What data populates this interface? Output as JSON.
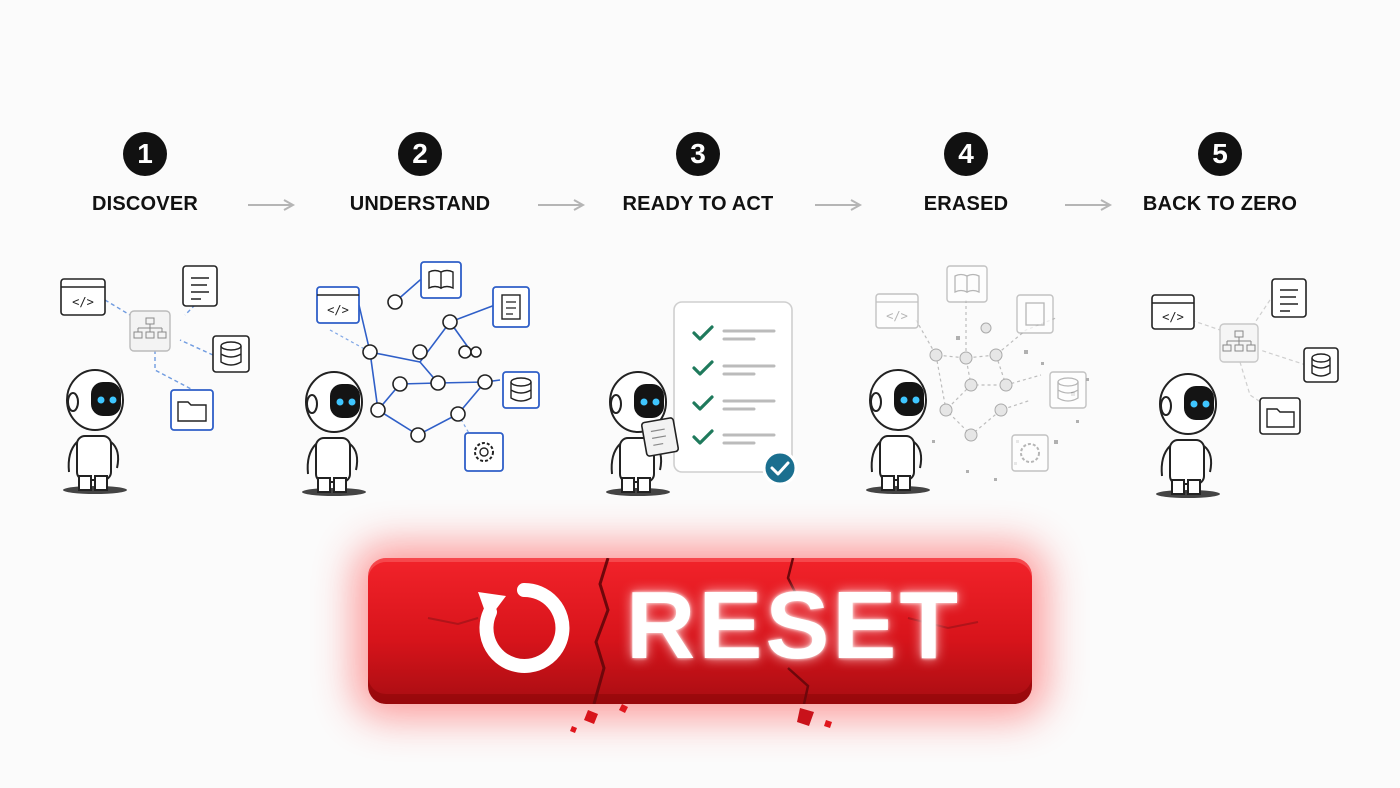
{
  "steps": [
    {
      "number": "1",
      "label": "DISCOVER"
    },
    {
      "number": "2",
      "label": "UNDERSTAND"
    },
    {
      "number": "3",
      "label": "READY TO ACT"
    },
    {
      "number": "4",
      "label": "ERASED"
    },
    {
      "number": "5",
      "label": "BACK TO ZERO"
    }
  ],
  "reset_button": {
    "label": "RESET",
    "color": "#e0161d",
    "icon": "restart-arrow-icon"
  },
  "colors": {
    "accent_blue": "#2f5fc8",
    "check_green": "#1f7a5c",
    "badge_teal": "#1b6f8f",
    "dark": "#111111"
  }
}
